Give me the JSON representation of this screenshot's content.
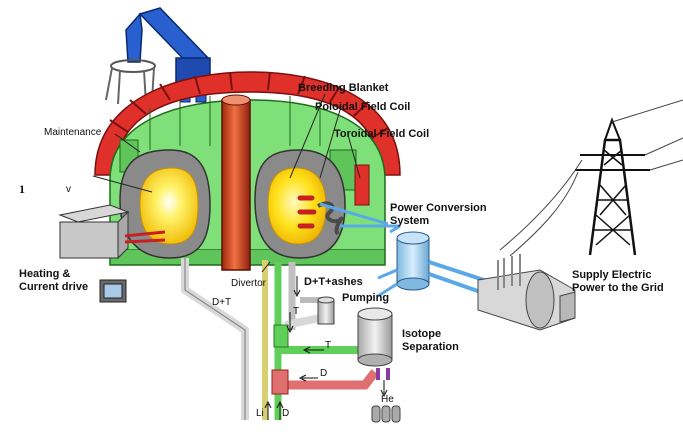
{
  "labels": {
    "breeding_blanket": "Breeding Blanket",
    "poloidal_field_coil": "Poloidal Field Coil",
    "toroidal_field_coil": "Toroidal Field Coil",
    "maintenance": "Maintenance",
    "index_number": "1",
    "index_v": "v",
    "power_conversion": "Power Conversion",
    "system": "System",
    "heating_line1": "Heating &",
    "heating_line2": "Current drive",
    "divertor": "Divertor",
    "d_t": "D+T",
    "d_t_ashes": "D+T+ashes",
    "pumping": "Pumping",
    "isotope_line1": "Isotope",
    "isotope_line2": "Separation",
    "t_down": "T",
    "t_left": "T",
    "d_left": "D",
    "li": "Li",
    "d_up": "D",
    "he": "He",
    "supply_line1": "Supply Electric",
    "supply_line2": "Power to the Grid"
  },
  "colors": {
    "toroidal_coil": "#e0302a",
    "blanket_green": "#7fe07a",
    "vessel_grey": "#8a8a8a",
    "plasma_yellow": "#ffe21a",
    "central_solenoid": "#d9502a",
    "crane_blue": "#2a5fd0",
    "pipe_green": "#5fcf5a",
    "pipe_red": "#e07070",
    "pipe_grey": "#d8d8d8",
    "pipe_blue": "#5aa8e8"
  }
}
